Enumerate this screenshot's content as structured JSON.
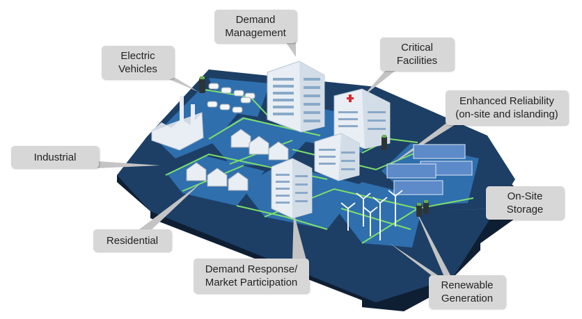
{
  "labels": {
    "demand_management": [
      "Demand",
      "Management"
    ],
    "critical_facilities": [
      "Critical",
      "Facilities"
    ],
    "electric_vehicles": [
      "Electric",
      "Vehicles"
    ],
    "enhanced_reliability": [
      "Enhanced Reliability",
      "(on-site and islanding)"
    ],
    "industrial": [
      "Industrial"
    ],
    "on_site_storage": [
      "On-Site",
      "Storage"
    ],
    "residential": [
      "Residential"
    ],
    "demand_response": [
      "Demand Response/",
      "Market Participation"
    ],
    "renewable_generation": [
      "Renewable",
      "Generation"
    ]
  },
  "colors": {
    "platform_top": "#1d3f66",
    "platform_side": "#0f1f33",
    "zone": "#2f6fae",
    "grid_line": "#7ee06a",
    "callout_bg": "#d7d7d7",
    "callout_pointer": "#c4c4c4",
    "building": "#e8eef4",
    "window": "#8aa9c8",
    "solar_panel": "#5d8ac9",
    "hospital_cross": "#d9262c",
    "battery": "#2d3436",
    "battery_cap": "#6ab04c"
  },
  "icons": [
    "factory-icon",
    "ev-cars-icon",
    "office-tower-icon",
    "hospital-icon",
    "house-icon",
    "solar-panel-icon",
    "wind-turbine-icon",
    "battery-icon"
  ]
}
